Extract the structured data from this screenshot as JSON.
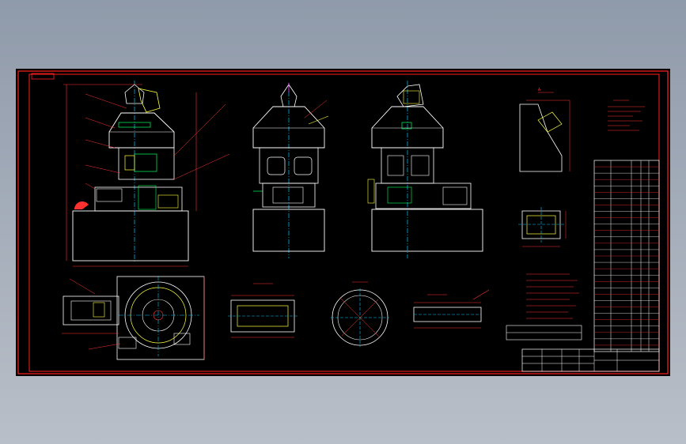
{
  "viewport": {
    "background": "#000000",
    "frame_label": "",
    "colors": {
      "frame": "#ff2020",
      "outline": "#ffffff",
      "centerline": "#00c8ff",
      "dimension": "#ff3030",
      "accent_green": "#00ff60",
      "accent_yellow": "#ffff40",
      "accent_magenta": "#ff40ff"
    }
  },
  "views": [
    {
      "id": "front-view"
    },
    {
      "id": "side-view-left"
    },
    {
      "id": "side-view-right"
    },
    {
      "id": "plan-view"
    },
    {
      "id": "detail-rectangular-frame"
    },
    {
      "id": "detail-circular-flange"
    },
    {
      "id": "detail-beam"
    },
    {
      "id": "detail-chute"
    },
    {
      "id": "detail-inlet-plan"
    }
  ],
  "parts_list": {
    "rows": 30
  },
  "title_block": {}
}
